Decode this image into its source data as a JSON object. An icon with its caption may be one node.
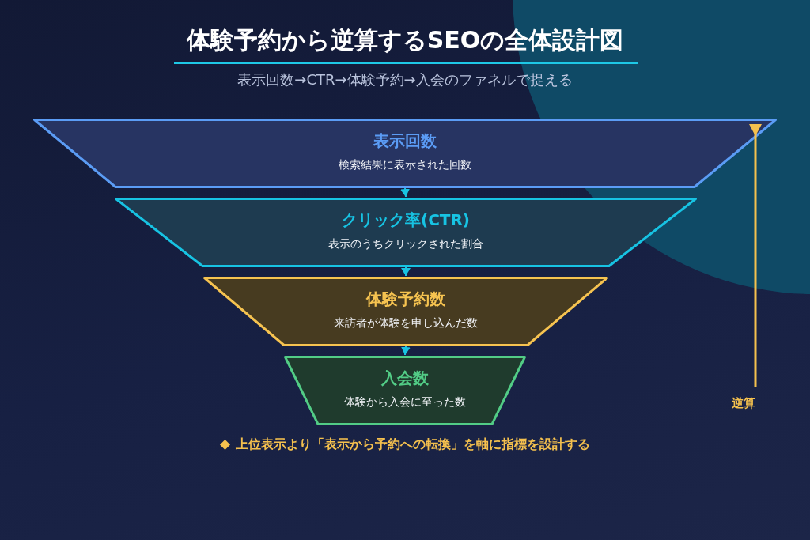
{
  "diagram": {
    "title": "体験予約から逆算するSEOの全体設計図",
    "nodes": [
      {
        "text": [
          "表示回数",
          "検索結果に表示された回数"
        ]
      },
      {
        "text": [
          "クリック率(CTR)",
          "表示のうちクリックされた割合"
        ]
      },
      {
        "text": [
          "体験予約数",
          "来訪者が体験を申し込んだ数"
        ]
      },
      {
        "text": [
          "入会数",
          "体験から入会に至った数"
        ]
      }
    ],
    "edges": [
      {
        "from": 0,
        "to": 1,
        "arrow": "to"
      },
      {
        "from": 1,
        "to": 2,
        "arrow": "to"
      },
      {
        "from": 2,
        "to": 3,
        "arrow": "to"
      }
    ],
    "labels": [
      "表示回数→CTR→体験予約→入会のファネルで捉える",
      "逆算",
      "上位表示より「表示から予約への転換」を軸に指標を設計する"
    ]
  }
}
